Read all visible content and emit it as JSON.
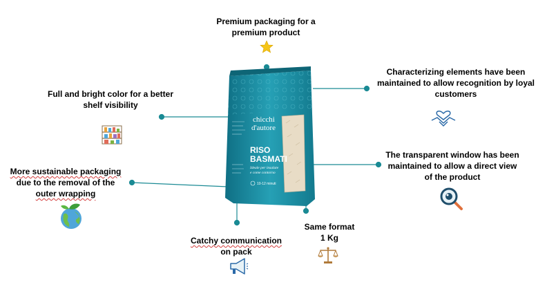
{
  "callouts": {
    "premium": "Premium packaging for a premium product",
    "characterizing": "Characterizing elements have been maintained to allow recognition by loyal customers",
    "color": "Full and bright color for a better shelf visibility",
    "transparent": "The transparent window has been maintained to allow a direct view of the product",
    "sustainable_a": "More sustainable packaging",
    "sustainable_b": "due to the removal of the",
    "sustainable_c": "outer wrapping",
    "catchy_a": "Catchy communication",
    "catchy_b": "on pack",
    "format_a": "Same format",
    "format_b": "1 Kg"
  },
  "pack": {
    "brand_line1": "chicchi",
    "brand_line2": "d'autore",
    "product_line1": "RISO",
    "product_line2": "BASMATI",
    "subtitle_line1": "Ideale per insalate",
    "subtitle_line2": "e come contorno",
    "cook_time": "10-12 minuti"
  },
  "colors": {
    "pack_teal": "#1f8fa6",
    "connector": "#1a8a94",
    "accent_star": "#f5c518"
  },
  "icons": [
    "star-icon",
    "handshake-heart-icon",
    "shelf-icon",
    "magnifier-icon",
    "globe-leaf-icon",
    "megaphone-icon",
    "scales-icon"
  ]
}
